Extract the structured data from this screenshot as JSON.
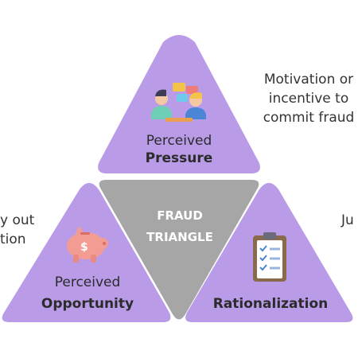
{
  "colors": {
    "purple": "#b99be8",
    "center_gray": "#a6a6a6",
    "text_dark": "#2b2b2b",
    "text_white": "#ffffff"
  },
  "center": {
    "line1": "FRAUD",
    "line2": "TRIANGLE"
  },
  "top": {
    "label_light": "Perceived",
    "label_bold": "Pressure",
    "icon": "people-conversation-icon"
  },
  "left": {
    "label_light": "Perceived",
    "label_bold": "Opportunity",
    "icon": "piggy-bank-icon"
  },
  "right": {
    "label_bold": "Rationalization",
    "icon": "clipboard-checklist-icon"
  },
  "notes": {
    "top_right": [
      "Motivation or",
      "incentive to",
      "commit fraud"
    ],
    "left_partial": [
      "y out",
      "tion"
    ],
    "right_partial": [
      "Ju"
    ]
  }
}
